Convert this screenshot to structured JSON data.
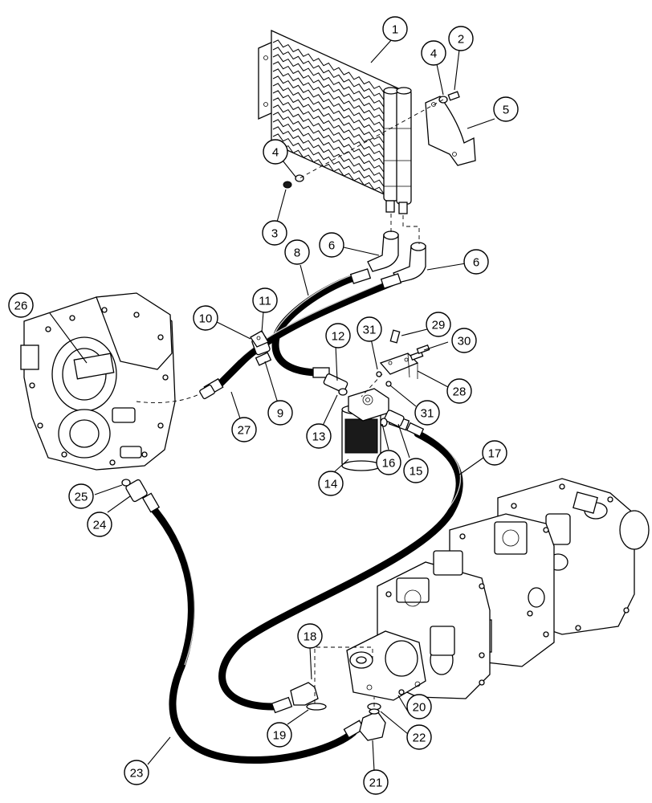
{
  "callouts": [
    {
      "id": "callout-1",
      "label": "1"
    },
    {
      "id": "callout-2",
      "label": "2"
    },
    {
      "id": "callout-3",
      "label": "3"
    },
    {
      "id": "callout-4a",
      "label": "4"
    },
    {
      "id": "callout-4b",
      "label": "4"
    },
    {
      "id": "callout-5",
      "label": "5"
    },
    {
      "id": "callout-6a",
      "label": "6"
    },
    {
      "id": "callout-6b",
      "label": "6"
    },
    {
      "id": "callout-8",
      "label": "8"
    },
    {
      "id": "callout-9",
      "label": "9"
    },
    {
      "id": "callout-10",
      "label": "10"
    },
    {
      "id": "callout-11",
      "label": "11"
    },
    {
      "id": "callout-12",
      "label": "12"
    },
    {
      "id": "callout-13",
      "label": "13"
    },
    {
      "id": "callout-14",
      "label": "14"
    },
    {
      "id": "callout-15",
      "label": "15"
    },
    {
      "id": "callout-16",
      "label": "16"
    },
    {
      "id": "callout-17",
      "label": "17"
    },
    {
      "id": "callout-18",
      "label": "18"
    },
    {
      "id": "callout-19",
      "label": "19"
    },
    {
      "id": "callout-20",
      "label": "20"
    },
    {
      "id": "callout-21",
      "label": "21"
    },
    {
      "id": "callout-22",
      "label": "22"
    },
    {
      "id": "callout-23",
      "label": "23"
    },
    {
      "id": "callout-24",
      "label": "24"
    },
    {
      "id": "callout-25",
      "label": "25"
    },
    {
      "id": "callout-26",
      "label": "26"
    },
    {
      "id": "callout-27",
      "label": "27"
    },
    {
      "id": "callout-28",
      "label": "28"
    },
    {
      "id": "callout-29",
      "label": "29"
    },
    {
      "id": "callout-30",
      "label": "30"
    },
    {
      "id": "callout-31a",
      "label": "31"
    },
    {
      "id": "callout-31b",
      "label": "31"
    }
  ],
  "colors": {
    "line": "#000000",
    "background": "#ffffff"
  }
}
